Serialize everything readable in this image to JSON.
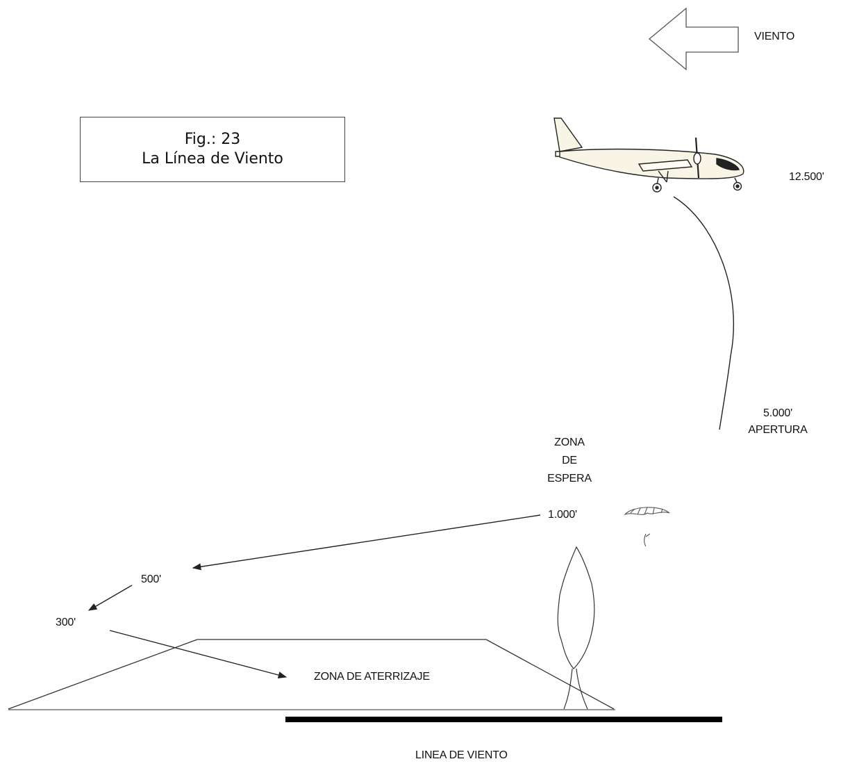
{
  "figure": {
    "number": "Fig.: 23",
    "title": "La Línea de Viento"
  },
  "labels": {
    "wind": "VIENTO",
    "altitude_plane": "12.500'",
    "opening_altitude": "5.000'",
    "opening": "APERTURA",
    "holding_zone_line1": "ZONA",
    "holding_zone_line2": "DE",
    "holding_zone_line3": "ESPERA",
    "alt_1000": "1.000'",
    "alt_500": "500'",
    "alt_300": "300'",
    "landing_zone": "ZONA DE ATERRIZAJE",
    "wind_line": "LINEA DE VIENTO"
  },
  "icons": {
    "wind_arrow": "left-arrow-icon",
    "aircraft": "airplane-icon",
    "canopy": "parachute-icon",
    "tree": "tree-icon"
  },
  "colors": {
    "ink": "#111111",
    "plane_fill": "#f8f5e6"
  }
}
